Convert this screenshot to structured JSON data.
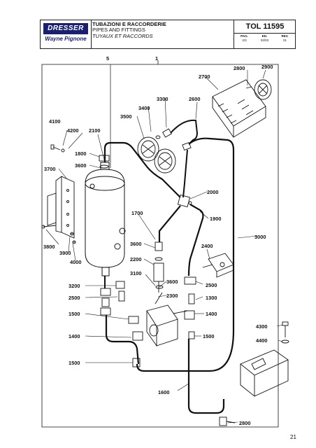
{
  "header": {
    "logo_text": "DRESSER",
    "logo_sub": "Wayne Pignone",
    "title_it": "TUBAZIONI E RACCORDERIE",
    "title_en": "PIPES AND FITTINGS",
    "title_fr": "TUYAUX ET RACCORDS",
    "doc_code": "TOL 11595",
    "pag_label": "PAG.",
    "pag_value": "2/3",
    "ed_label": "ED.",
    "ed_value": "02/03",
    "rev_label": "REV.",
    "rev_value": "01"
  },
  "callouts": {
    "c5": "5",
    "c1": "1",
    "c2700": "2700",
    "c2800a": "2800",
    "c2900": "2900",
    "c3300": "3300",
    "c2600": "2600",
    "c3400": "3400",
    "c3500": "3500",
    "c4100": "4100",
    "c4200": "4200",
    "c2100": "2100",
    "c1800": "1800",
    "c3600a": "3600",
    "c3700": "3700",
    "c2000": "2000",
    "c1700": "1700",
    "c1900": "1900",
    "c3000": "3000",
    "c3800": "3800",
    "c3900": "3900",
    "c4000": "4000",
    "c3600b": "3600",
    "c2400": "2400",
    "c2200": "2200",
    "c3100": "3100",
    "c3600c": "3600",
    "c2500a": "2500",
    "c3200": "3200",
    "c2300": "2300",
    "c1300": "1300",
    "c2500b": "2500",
    "c1400a": "1400",
    "c1500a": "1500",
    "c1400b": "1400",
    "c1500b": "1500",
    "c4300": "4300",
    "c4400": "4400",
    "c1500c": "1500",
    "c1600": "1600",
    "c2800b": "2800"
  },
  "page_number": "21"
}
